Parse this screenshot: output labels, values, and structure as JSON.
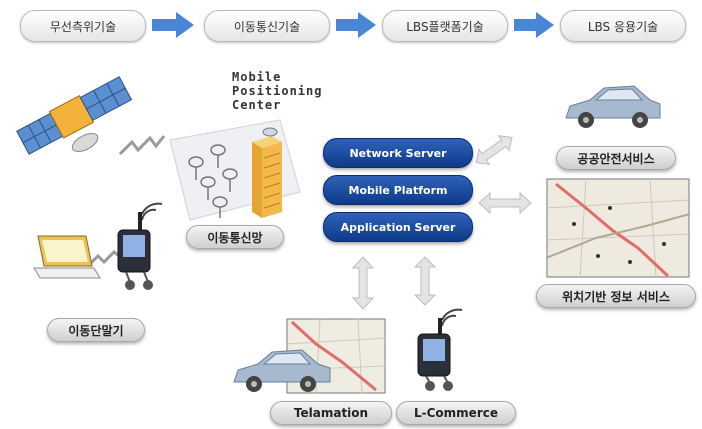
{
  "process_steps": [
    "무선측위기술",
    "이동통신기술",
    "LBS플랫폼기술",
    "LBS 응용기술"
  ],
  "mpc_label_lines": [
    "Mobile",
    "Positioning",
    "Center"
  ],
  "servers": [
    "Network Server",
    "Mobile Platform",
    "Application Server"
  ],
  "labels": {
    "mobile_network": "이동통신망",
    "mobile_terminal": "이동단말기",
    "public_safety": "공공안전서비스",
    "location_service": "위치기반 정보 서비스",
    "telematics": "Telamation",
    "commerce": "L-Commerce"
  },
  "colors": {
    "arrow_blue": "#4a86d6",
    "server_blue": "#1a4a9e",
    "map_road": "#e06c6c"
  }
}
